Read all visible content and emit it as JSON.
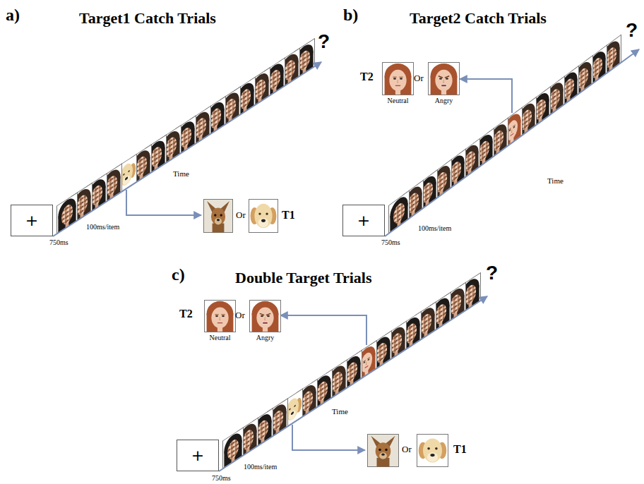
{
  "diagram": {
    "nodes": [
      {
        "text": [
          "+"
        ]
      },
      {
        "text": [
          "+"
        ]
      },
      {
        "text": [
          "Neutral"
        ]
      },
      {
        "text": [
          "Angry"
        ]
      },
      {
        "text": [
          "+"
        ]
      },
      {
        "text": [
          "Neutral"
        ]
      },
      {
        "text": [
          "Angry"
        ]
      }
    ],
    "labels": [
      "a)",
      "Target1 Catch Trials",
      "?",
      "Time",
      "100ms/item",
      "750ms",
      "Or",
      "T1",
      "b)",
      "Target2 Catch Trials",
      "T2",
      "Or",
      "?",
      "Time",
      "100ms/item",
      "750ms",
      "c)",
      "Double Target Trials",
      "T2",
      "Or",
      "?",
      "Time",
      "100ms/item",
      "750ms",
      "Or",
      "T1"
    ]
  }
}
